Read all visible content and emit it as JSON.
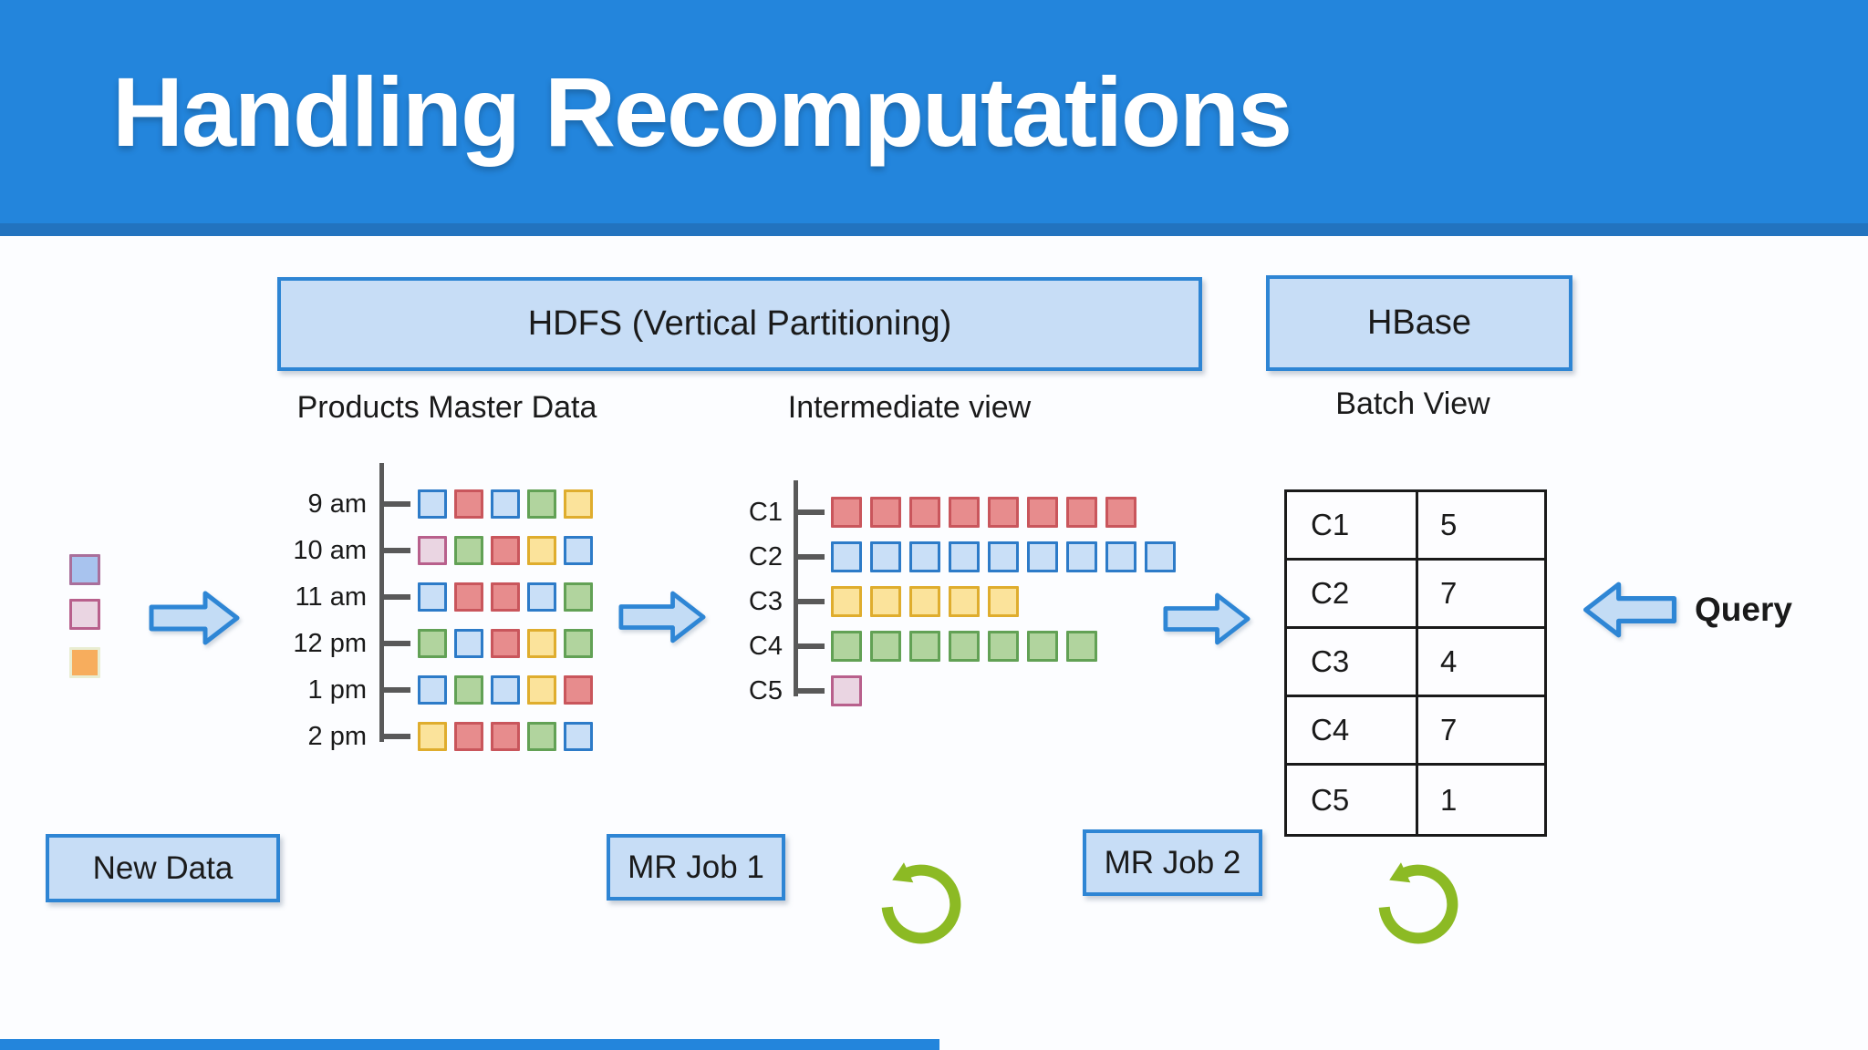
{
  "header": {
    "title": "Handling Recomputations"
  },
  "hdfs": {
    "label": "HDFS (Vertical Partitioning)"
  },
  "hbase": {
    "label": "HBase"
  },
  "master": {
    "caption": "Products Master Data",
    "rows": [
      {
        "time": "9 am",
        "cells": [
          "blue",
          "red",
          "blue",
          "green",
          "yellow"
        ]
      },
      {
        "time": "10 am",
        "cells": [
          "pink",
          "green",
          "red",
          "yellow",
          "blue"
        ]
      },
      {
        "time": "11 am",
        "cells": [
          "blue",
          "red",
          "red",
          "blue",
          "green"
        ]
      },
      {
        "time": "12 pm",
        "cells": [
          "green",
          "blue",
          "red",
          "yellow",
          "green"
        ]
      },
      {
        "time": "1 pm",
        "cells": [
          "blue",
          "green",
          "blue",
          "yellow",
          "red"
        ]
      },
      {
        "time": "2 pm",
        "cells": [
          "yellow",
          "red",
          "red",
          "green",
          "blue"
        ]
      }
    ]
  },
  "intermediate": {
    "caption": "Intermediate view",
    "rows": [
      {
        "key": "C1",
        "color": "red",
        "count": 8
      },
      {
        "key": "C2",
        "color": "blue",
        "count": 9
      },
      {
        "key": "C3",
        "color": "yellow",
        "count": 5
      },
      {
        "key": "C4",
        "color": "green",
        "count": 7
      },
      {
        "key": "C5",
        "color": "pink",
        "count": 1
      }
    ]
  },
  "batch": {
    "caption": "Batch View",
    "rows": [
      {
        "key": "C1",
        "value": "5"
      },
      {
        "key": "C2",
        "value": "7"
      },
      {
        "key": "C3",
        "value": "4"
      },
      {
        "key": "C4",
        "value": "7"
      },
      {
        "key": "C5",
        "value": "1"
      }
    ]
  },
  "new_data": {
    "label": "New Data",
    "items": [
      {
        "color": "periwinkle"
      },
      {
        "color": "pink"
      },
      {
        "color": "orange"
      }
    ]
  },
  "jobs": {
    "job1_label": "MR Job 1",
    "job2_label": "MR Job 2"
  },
  "query": {
    "label": "Query"
  },
  "palette": {
    "blue": {
      "fill": "#C9DFF7",
      "border": "#2D7BC8"
    },
    "red": {
      "fill": "#E78C8D",
      "border": "#C9565C"
    },
    "green": {
      "fill": "#B1D49E",
      "border": "#62A155"
    },
    "yellow": {
      "fill": "#FBE39B",
      "border": "#DFAD2E"
    },
    "pink": {
      "fill": "#EAD5E2",
      "border": "#B8608C"
    },
    "periwinkle": {
      "fill": "#A8C3EE",
      "border": "#A96F9B"
    },
    "orange": {
      "fill": "#F7AD5D",
      "border": "#E9EDD2"
    }
  },
  "colors": {
    "header_bar": "#2385DC",
    "header_strip": "#2273BF",
    "box_fill": "#C7DDF6",
    "box_border": "#2E85D4",
    "arrow_fill": "#C3DCF5",
    "arrow_border": "#2E86D5",
    "cycle_green": "#8CBA24",
    "axis_gray": "#595959",
    "table_border": "#1A1A1A",
    "title_text": "#FFFFFF",
    "body_text": "#1A1A1A"
  }
}
